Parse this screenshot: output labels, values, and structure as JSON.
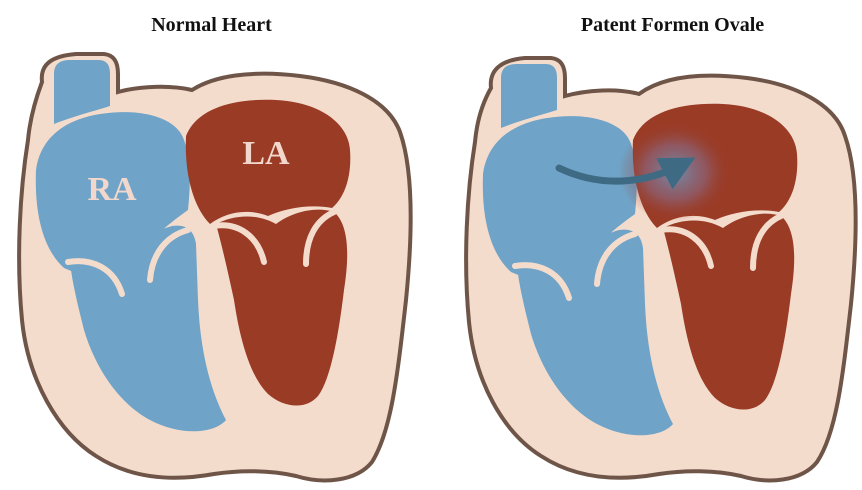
{
  "left_panel": {
    "title": "Normal Heart",
    "labels": {
      "right_atrium": "RA",
      "left_atrium": "LA"
    }
  },
  "right_panel": {
    "title": "Patent Formen Ovale"
  },
  "colors": {
    "outline": "#6e5548",
    "muscle": "#f4dccd",
    "deoxygenated": "#6fa3c7",
    "oxygenated": "#9a3b26",
    "label": "#f2d8cc",
    "shunt_arrow": "#3e6a84"
  }
}
